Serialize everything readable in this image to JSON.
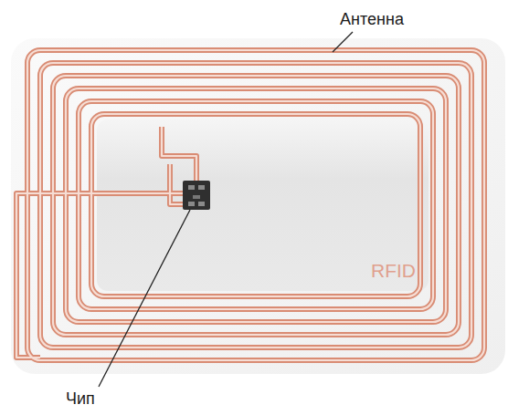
{
  "diagram": {
    "labels": [
      "Антенна",
      "Чип",
      "RFID"
    ]
  }
}
